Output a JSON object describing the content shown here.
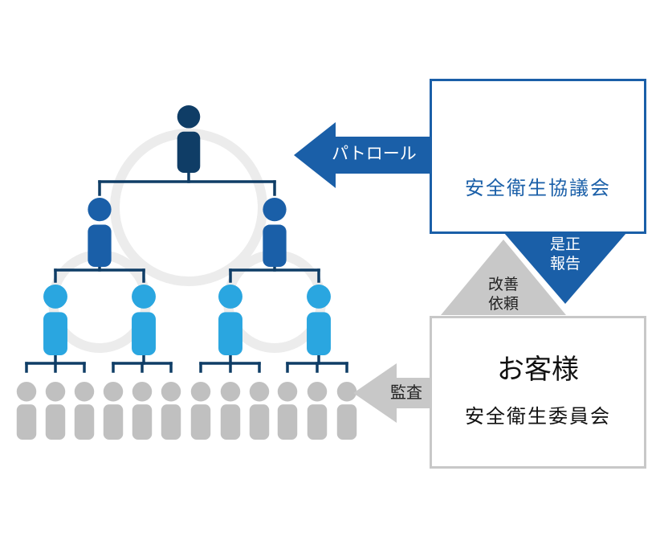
{
  "council": {
    "name": "安全衛生協議会",
    "logo_icon": "council-emblem-icon",
    "border_color": "#1a5fa8",
    "text_color": "#1a5fa8"
  },
  "client": {
    "title": "お客様",
    "committee": "安全衛生委員会",
    "border_color": "#c8c8c8"
  },
  "arrows": {
    "patrol": {
      "label": "パトロール",
      "color": "#1a5fa8"
    },
    "correction_report": {
      "label_line1": "是正",
      "label_line2": "報告",
      "color": "#1a5fa8"
    },
    "improvement_request": {
      "label_line1": "改善",
      "label_line2": "依頼",
      "color": "#c8c8c8"
    },
    "audit": {
      "label": "監査",
      "color": "#c8c8c8"
    }
  },
  "hierarchy": {
    "person_icon": "person-icon",
    "levels": [
      {
        "count": 1,
        "color": "#0f3d66"
      },
      {
        "count": 2,
        "color": "#1a5fa8"
      },
      {
        "count": 4,
        "color": "#2aa6e0"
      },
      {
        "count": 12,
        "color": "#c0c0c0"
      }
    ],
    "connector_color": "#0f3d66",
    "ring_color": "#ececec"
  }
}
